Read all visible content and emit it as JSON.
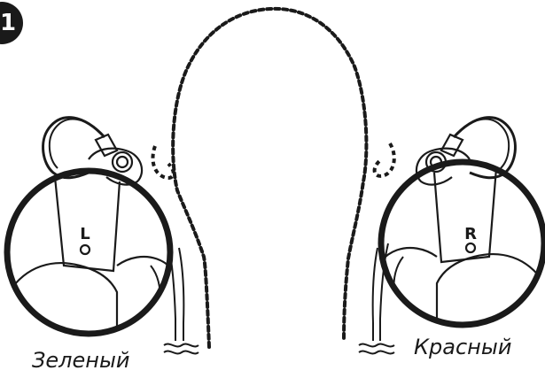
{
  "step": {
    "number": "1"
  },
  "left_earphone": {
    "marker": "L",
    "caption": "Зеленый"
  },
  "right_earphone": {
    "marker": "R",
    "caption": "Красный"
  },
  "colors": {
    "ink": "#1a1a1a",
    "background": "#ffffff"
  }
}
